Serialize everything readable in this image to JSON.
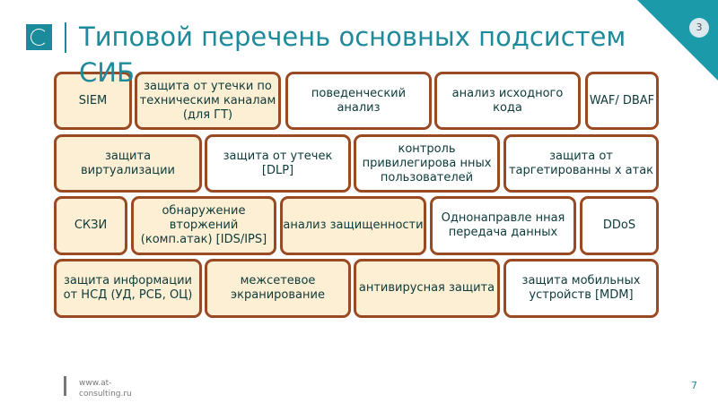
{
  "title": "Типовой перечень основных подсистем СИБ",
  "slide_badge": "3",
  "boxes": [
    "SIEM",
    "защита от утечки по техническим каналам (для ГТ)",
    "поведенческий анализ",
    "анализ исходного кода",
    "WAF/ DBAF",
    "защита виртуализации",
    "защита от утечек [DLP]",
    "контроль привилегирова нных пользователей",
    "защита от таргетированны х атак",
    "СКЗИ",
    "обнаружение вторжений (комп.атак) [IDS/IPS]",
    "анализ защищенности",
    "Однонаправле нная передача данных",
    "DDoS",
    "защита информации от НСД (УД, РСБ, ОЦ)",
    "межсетевое экранирование",
    "антивирусная защита",
    "защита мобильных устройств [MDM]"
  ],
  "footer": {
    "url": "www.at-consulting.ru",
    "page": "7"
  },
  "colors": {
    "accent": "#1e8a9a",
    "border": "#9a4a22",
    "fill": "#fcefd3"
  }
}
